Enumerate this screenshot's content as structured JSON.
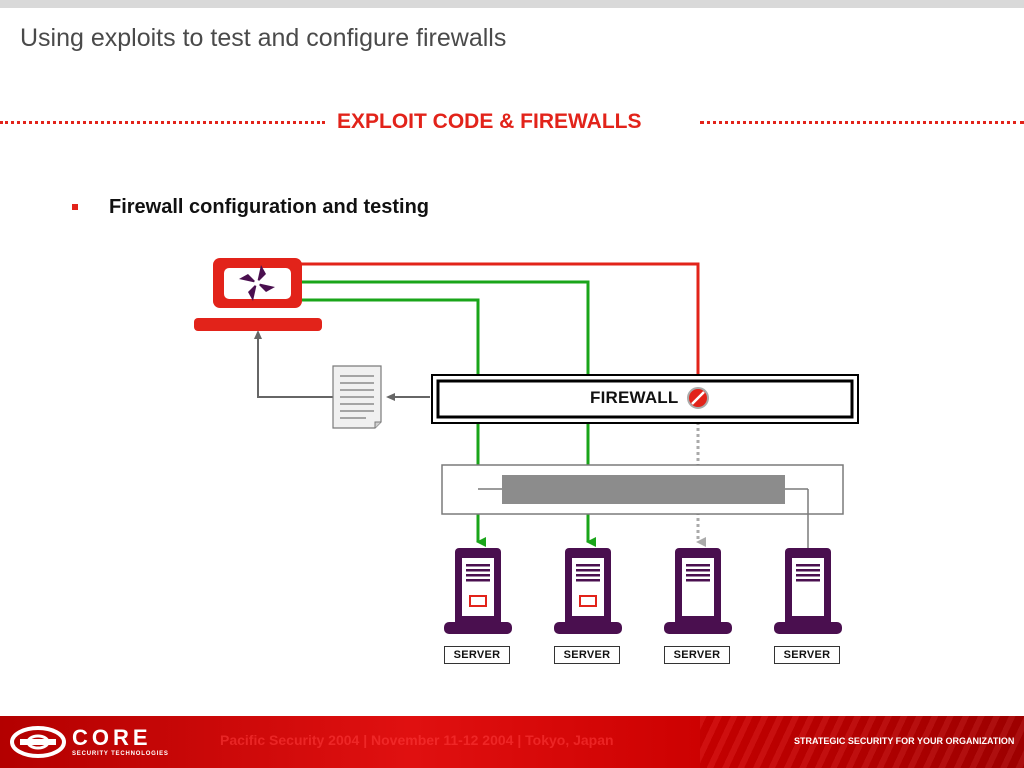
{
  "slide": {
    "title": "Using exploits to test and configure firewalls",
    "section_heading": "EXPLOIT CODE & FIREWALLS",
    "bullet": "Firewall configuration and testing"
  },
  "diagram": {
    "firewall_label": "FIREWALL",
    "servers": [
      "SERVER",
      "SERVER",
      "SERVER",
      "SERVER"
    ]
  },
  "footer": {
    "logo_text": "CORE",
    "logo_subtitle": "SECURITY TECHNOLOGIES",
    "event": "Pacific Security 2004   |   November 11-12 2004   |   Tokyo, Japan",
    "tagline": "STRATEGIC SECURITY FOR YOUR ORGANIZATION"
  },
  "colors": {
    "accent_red": "#e2231a",
    "allowed_green": "#1aa51a",
    "server_purple": "#4a0f4f",
    "blocked_gray": "#aaaaaa"
  }
}
